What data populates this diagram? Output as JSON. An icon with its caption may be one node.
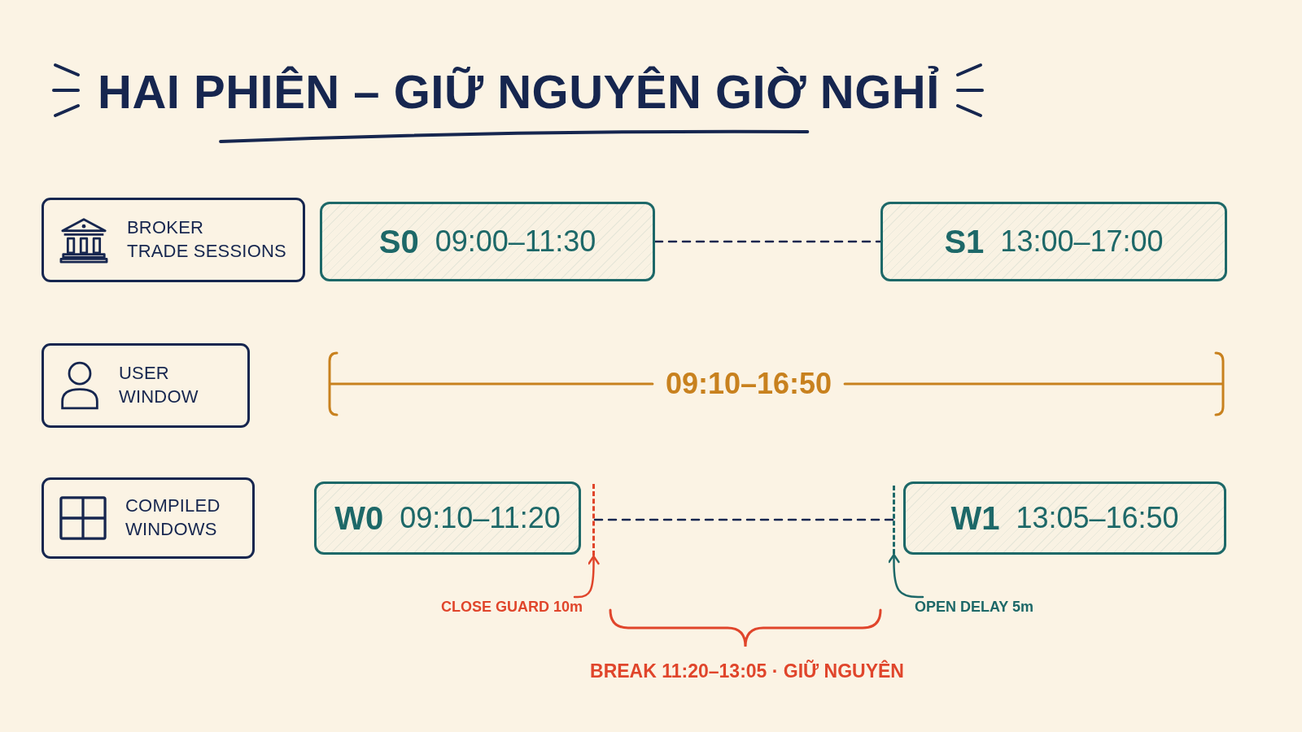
{
  "diagram": {
    "title": "HAI PHIÊN – GIỮ NGUYÊN GIỜ NGHỈ",
    "nodes": [
      {
        "text": [
          "BROKER TRADE SESSIONS"
        ]
      },
      {
        "text": [
          "S0",
          "09:00–11:30"
        ]
      },
      {
        "text": [
          "S1",
          "13:00–17:00"
        ]
      },
      {
        "text": [
          "USER WINDOW"
        ]
      },
      {
        "text": [
          "COMPILED WINDOWS"
        ]
      },
      {
        "text": [
          "W0",
          "09:10–11:20"
        ]
      },
      {
        "text": [],
        "shape": "line"
      },
      {
        "text": [],
        "shape": "line"
      },
      {
        "text": [
          "W1",
          "13:05–16:50"
        ]
      },
      {
        "text": [
          "CLOSE GUARD 10m"
        ]
      },
      {
        "text": [
          "OPEN DELAY 5m"
        ]
      }
    ],
    "edges": [
      {
        "from": 1,
        "to": 2,
        "arrow": "none",
        "style": "dashed"
      },
      {
        "from": 6,
        "to": 7,
        "arrow": "none",
        "style": "dashed"
      },
      {
        "from": 9,
        "to": 6,
        "arrow": "to",
        "color": "#e0452b"
      },
      {
        "from": 10,
        "to": 7,
        "arrow": "to",
        "color": "#1d6868"
      }
    ],
    "labels": [
      "09:10–16:50",
      "BREAK 11:20–13:05 · GIỮ NGUYÊN"
    ]
  }
}
